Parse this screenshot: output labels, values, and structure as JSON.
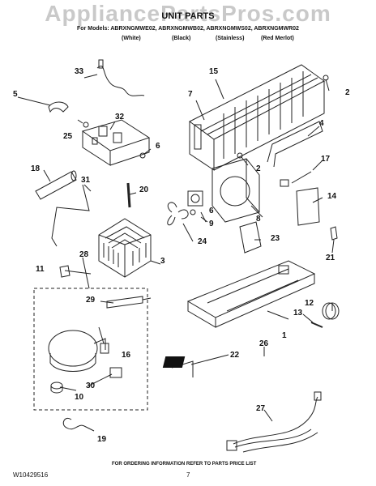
{
  "watermark": "AppliancePartsPros.com",
  "title": "UNIT PARTS",
  "models": "For Models: ABRXNGMWE02, ABRXNGMWB02, ABRXNGMWS02, ABRXNGMWR02",
  "colors": [
    "(White)",
    "(Black)",
    "(Stainless)",
    "(Red Merlot)"
  ],
  "callouts": [
    "1",
    "2",
    "2",
    "3",
    "4",
    "5",
    "6",
    "6",
    "7",
    "8",
    "9",
    "10",
    "11",
    "12",
    "13",
    "14",
    "15",
    "16",
    "17",
    "18",
    "19",
    "20",
    "21",
    "22",
    "23",
    "24",
    "25",
    "26",
    "27",
    "28",
    "29",
    "30",
    "31",
    "32",
    "33"
  ],
  "footer": "FOR ORDERING INFORMATION REFER TO PARTS PRICE LIST",
  "doc_number": "W10429516",
  "page_number": "7"
}
